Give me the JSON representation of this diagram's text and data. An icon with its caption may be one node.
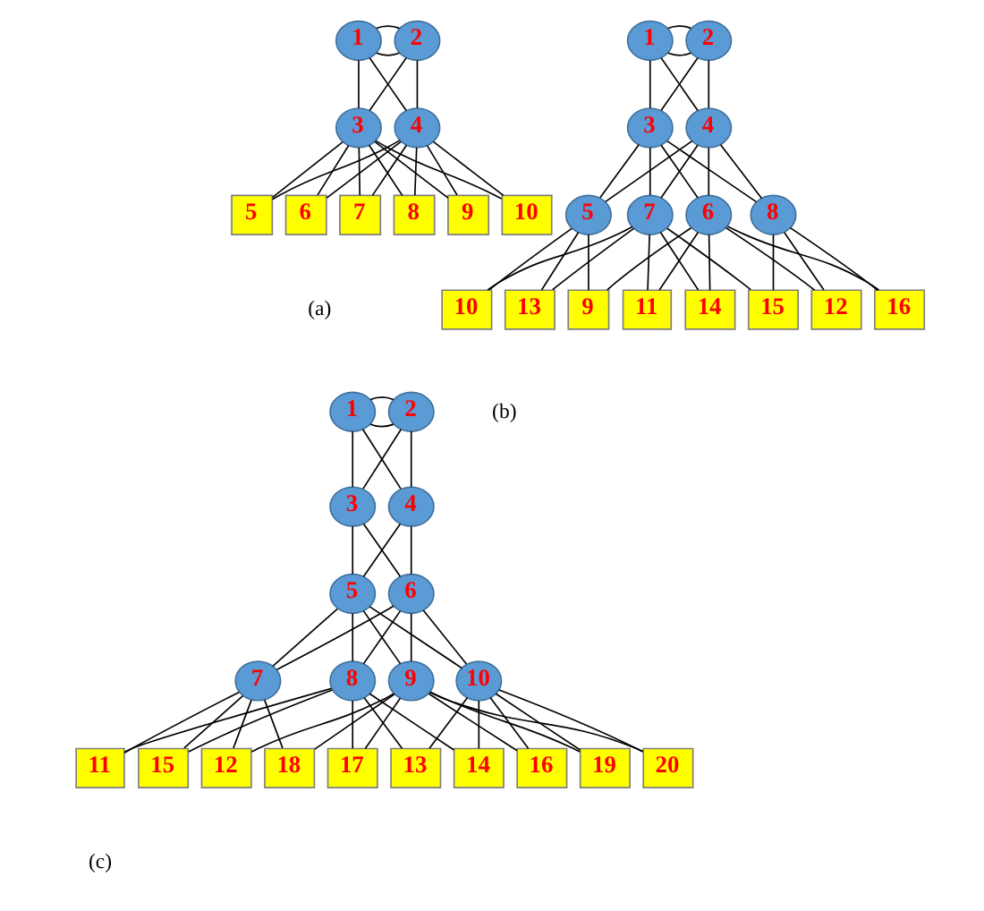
{
  "diagram": {
    "nodes": [
      {
        "text": [
          "1"
        ]
      },
      {
        "text": [
          "2"
        ]
      },
      {
        "text": [
          "3"
        ]
      },
      {
        "text": [
          "4"
        ]
      },
      {
        "text": [
          "5"
        ]
      },
      {
        "text": [
          "6"
        ]
      },
      {
        "text": [
          "7"
        ]
      },
      {
        "text": [
          "8"
        ]
      },
      {
        "text": [
          "9"
        ]
      },
      {
        "text": [
          "10"
        ]
      },
      {
        "text": [
          "1"
        ]
      },
      {
        "text": [
          "2"
        ]
      },
      {
        "text": [
          "3"
        ]
      },
      {
        "text": [
          "4"
        ]
      },
      {
        "text": [
          "5"
        ]
      },
      {
        "text": [
          "6"
        ]
      },
      {
        "text": [
          "7"
        ]
      },
      {
        "text": [
          "8"
        ]
      },
      {
        "text": [
          "9"
        ]
      },
      {
        "text": [
          "10"
        ]
      },
      {
        "text": [
          "11"
        ]
      },
      {
        "text": [
          "12"
        ]
      },
      {
        "text": [
          "13"
        ]
      },
      {
        "text": [
          "14"
        ]
      },
      {
        "text": [
          "15"
        ]
      },
      {
        "text": [
          "16"
        ]
      },
      {
        "text": [
          "1"
        ]
      },
      {
        "text": [
          "2"
        ]
      },
      {
        "text": [
          "3"
        ]
      },
      {
        "text": [
          "4"
        ]
      },
      {
        "text": [
          "5"
        ]
      },
      {
        "text": [
          "6"
        ]
      },
      {
        "text": [
          "7"
        ]
      },
      {
        "text": [
          "8"
        ]
      },
      {
        "text": [
          "9"
        ]
      },
      {
        "text": [
          "10"
        ]
      },
      {
        "text": [
          "11"
        ]
      },
      {
        "text": [
          "12"
        ]
      },
      {
        "text": [
          "13"
        ]
      },
      {
        "text": [
          "14"
        ]
      },
      {
        "text": [
          "15"
        ]
      },
      {
        "text": [
          "16"
        ]
      },
      {
        "text": [
          "17"
        ]
      },
      {
        "text": [
          "18"
        ]
      },
      {
        "text": [
          "19"
        ]
      },
      {
        "text": [
          "20"
        ]
      }
    ],
    "edges": [
      {
        "from": 0,
        "to": 1,
        "arrow": "none"
      },
      {
        "from": 0,
        "to": 1,
        "arrow": "none"
      },
      {
        "from": 0,
        "to": 2,
        "arrow": "none"
      },
      {
        "from": 0,
        "to": 3,
        "arrow": "none"
      },
      {
        "from": 1,
        "to": 2,
        "arrow": "none"
      },
      {
        "from": 1,
        "to": 3,
        "arrow": "none"
      },
      {
        "from": 2,
        "to": 4,
        "arrow": "none"
      },
      {
        "from": 2,
        "to": 5,
        "arrow": "none"
      },
      {
        "from": 2,
        "to": 6,
        "arrow": "none"
      },
      {
        "from": 2,
        "to": 7,
        "arrow": "none"
      },
      {
        "from": 2,
        "to": 8,
        "arrow": "none"
      },
      {
        "from": 2,
        "to": 9,
        "arrow": "none"
      },
      {
        "from": 3,
        "to": 4,
        "arrow": "none"
      },
      {
        "from": 3,
        "to": 5,
        "arrow": "none"
      },
      {
        "from": 3,
        "to": 6,
        "arrow": "none"
      },
      {
        "from": 3,
        "to": 7,
        "arrow": "none"
      },
      {
        "from": 3,
        "to": 8,
        "arrow": "none"
      },
      {
        "from": 3,
        "to": 9,
        "arrow": "none"
      },
      {
        "from": 10,
        "to": 11,
        "arrow": "none"
      },
      {
        "from": 10,
        "to": 11,
        "arrow": "none"
      },
      {
        "from": 10,
        "to": 12,
        "arrow": "none"
      },
      {
        "from": 10,
        "to": 13,
        "arrow": "none"
      },
      {
        "from": 11,
        "to": 12,
        "arrow": "none"
      },
      {
        "from": 11,
        "to": 13,
        "arrow": "none"
      },
      {
        "from": 12,
        "to": 14,
        "arrow": "none"
      },
      {
        "from": 12,
        "to": 15,
        "arrow": "none"
      },
      {
        "from": 12,
        "to": 16,
        "arrow": "none"
      },
      {
        "from": 12,
        "to": 17,
        "arrow": "none"
      },
      {
        "from": 13,
        "to": 14,
        "arrow": "none"
      },
      {
        "from": 13,
        "to": 15,
        "arrow": "none"
      },
      {
        "from": 13,
        "to": 16,
        "arrow": "none"
      },
      {
        "from": 13,
        "to": 17,
        "arrow": "none"
      },
      {
        "from": 14,
        "to": 18,
        "arrow": "none"
      },
      {
        "from": 14,
        "to": 19,
        "arrow": "none"
      },
      {
        "from": 14,
        "to": 22,
        "arrow": "none"
      },
      {
        "from": 15,
        "to": 18,
        "arrow": "none"
      },
      {
        "from": 15,
        "to": 20,
        "arrow": "none"
      },
      {
        "from": 15,
        "to": 21,
        "arrow": "none"
      },
      {
        "from": 15,
        "to": 23,
        "arrow": "none"
      },
      {
        "from": 15,
        "to": 25,
        "arrow": "none"
      },
      {
        "from": 16,
        "to": 19,
        "arrow": "none"
      },
      {
        "from": 16,
        "to": 20,
        "arrow": "none"
      },
      {
        "from": 16,
        "to": 22,
        "arrow": "none"
      },
      {
        "from": 16,
        "to": 23,
        "arrow": "none"
      },
      {
        "from": 16,
        "to": 24,
        "arrow": "none"
      },
      {
        "from": 17,
        "to": 21,
        "arrow": "none"
      },
      {
        "from": 17,
        "to": 24,
        "arrow": "none"
      },
      {
        "from": 17,
        "to": 25,
        "arrow": "none"
      },
      {
        "from": 26,
        "to": 27,
        "arrow": "none"
      },
      {
        "from": 26,
        "to": 27,
        "arrow": "none"
      },
      {
        "from": 26,
        "to": 28,
        "arrow": "none"
      },
      {
        "from": 26,
        "to": 29,
        "arrow": "none"
      },
      {
        "from": 27,
        "to": 28,
        "arrow": "none"
      },
      {
        "from": 27,
        "to": 29,
        "arrow": "none"
      },
      {
        "from": 28,
        "to": 30,
        "arrow": "none"
      },
      {
        "from": 28,
        "to": 31,
        "arrow": "none"
      },
      {
        "from": 29,
        "to": 30,
        "arrow": "none"
      },
      {
        "from": 29,
        "to": 31,
        "arrow": "none"
      },
      {
        "from": 30,
        "to": 32,
        "arrow": "none"
      },
      {
        "from": 30,
        "to": 33,
        "arrow": "none"
      },
      {
        "from": 30,
        "to": 34,
        "arrow": "none"
      },
      {
        "from": 30,
        "to": 35,
        "arrow": "none"
      },
      {
        "from": 31,
        "to": 32,
        "arrow": "none"
      },
      {
        "from": 31,
        "to": 33,
        "arrow": "none"
      },
      {
        "from": 31,
        "to": 34,
        "arrow": "none"
      },
      {
        "from": 31,
        "to": 35,
        "arrow": "none"
      },
      {
        "from": 32,
        "to": 36,
        "arrow": "none"
      },
      {
        "from": 32,
        "to": 37,
        "arrow": "none"
      },
      {
        "from": 32,
        "to": 40,
        "arrow": "none"
      },
      {
        "from": 32,
        "to": 43,
        "arrow": "none"
      },
      {
        "from": 33,
        "to": 36,
        "arrow": "none"
      },
      {
        "from": 33,
        "to": 38,
        "arrow": "none"
      },
      {
        "from": 33,
        "to": 39,
        "arrow": "none"
      },
      {
        "from": 33,
        "to": 40,
        "arrow": "none"
      },
      {
        "from": 33,
        "to": 42,
        "arrow": "none"
      },
      {
        "from": 34,
        "to": 37,
        "arrow": "none"
      },
      {
        "from": 34,
        "to": 41,
        "arrow": "none"
      },
      {
        "from": 34,
        "to": 42,
        "arrow": "none"
      },
      {
        "from": 34,
        "to": 43,
        "arrow": "none"
      },
      {
        "from": 34,
        "to": 44,
        "arrow": "none"
      },
      {
        "from": 34,
        "to": 45,
        "arrow": "none"
      },
      {
        "from": 35,
        "to": 38,
        "arrow": "none"
      },
      {
        "from": 35,
        "to": 39,
        "arrow": "none"
      },
      {
        "from": 35,
        "to": 41,
        "arrow": "none"
      },
      {
        "from": 35,
        "to": 44,
        "arrow": "none"
      },
      {
        "from": 35,
        "to": 45,
        "arrow": "none"
      }
    ],
    "labels": [
      "(a)",
      "(b)",
      "(c)"
    ]
  }
}
